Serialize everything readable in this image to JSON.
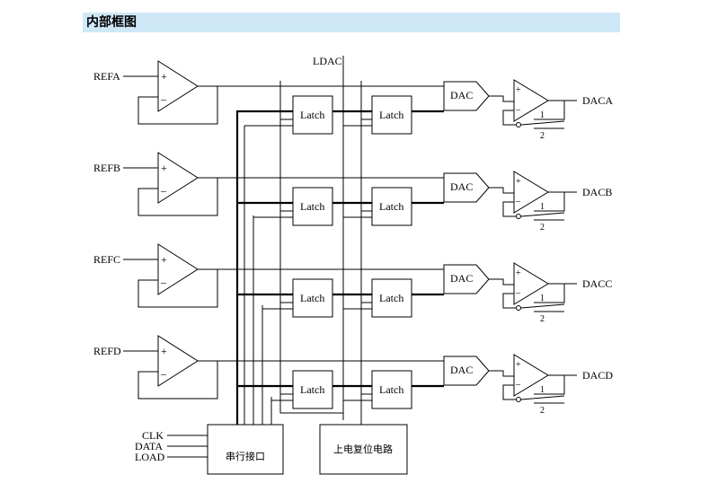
{
  "header": {
    "title": "内部框图"
  },
  "diagram": {
    "channels": [
      {
        "ref": "REFA",
        "out": "DACA",
        "dac": "DAC",
        "latch1": "Latch",
        "latch2": "Latch",
        "plus": "+",
        "minus": "–",
        "num": "1",
        "den": "2"
      },
      {
        "ref": "REFB",
        "out": "DACB",
        "dac": "DAC",
        "latch1": "Latch",
        "latch2": "Latch",
        "plus": "+",
        "minus": "–",
        "num": "1",
        "den": "2"
      },
      {
        "ref": "REFC",
        "out": "DACC",
        "dac": "DAC",
        "latch1": "Latch",
        "latch2": "Latch",
        "plus": "+",
        "minus": "–",
        "num": "1",
        "den": "2"
      },
      {
        "ref": "REFD",
        "out": "DACD",
        "dac": "DAC",
        "latch1": "Latch",
        "latch2": "Latch",
        "plus": "+",
        "minus": "–",
        "num": "1",
        "den": "2"
      }
    ],
    "ldac": "LDAC",
    "inputs": {
      "clk": "CLK",
      "data": "DATA",
      "load": "LOAD"
    },
    "serial_block": "串行接口",
    "reset_block": "上电复位电路"
  }
}
